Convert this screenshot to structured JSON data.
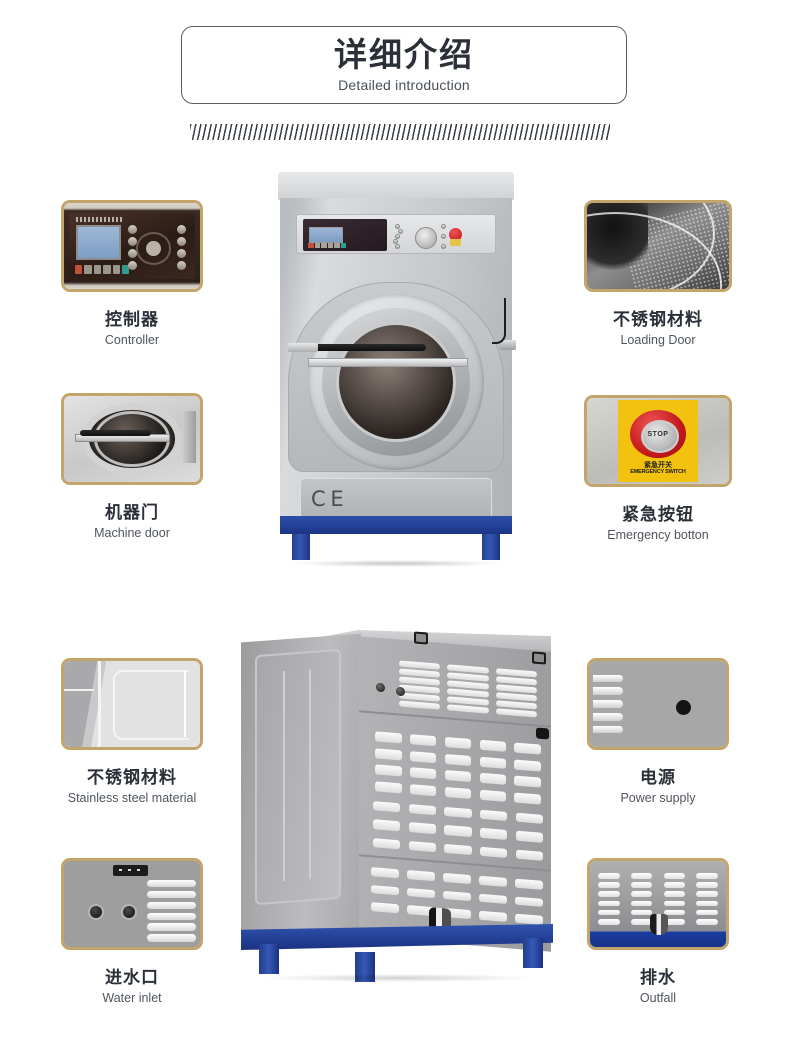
{
  "header": {
    "title": "详细介绍",
    "subtitle": "Detailed introduction",
    "divider_icon": "hatch-divider"
  },
  "colors": {
    "frame_gold": "#c3a46b",
    "text_dark": "#2b3038",
    "text_gray": "#4f555d",
    "machine_blue": "#1b3586",
    "stop_red": "#c2181b",
    "plate_yellow": "#f2c20e"
  },
  "features": [
    {
      "id": "controller",
      "cn": "控制器",
      "en": "Controller",
      "icon": "controller-panel-icon",
      "position": "left-1"
    },
    {
      "id": "machine-door",
      "cn": "机器门",
      "en": "Machine door",
      "icon": "machine-door-icon",
      "position": "left-2"
    },
    {
      "id": "stainless-steel-material",
      "cn": "不锈钢材料",
      "en": "Stainless steel  material",
      "icon": "stainless-panel-icon",
      "position": "left-3"
    },
    {
      "id": "water-inlet",
      "cn": "进水口",
      "en": "Water inlet",
      "icon": "water-inlet-icon",
      "position": "left-4"
    },
    {
      "id": "loading-door",
      "cn": "不锈钢材料",
      "en": "Loading Door",
      "icon": "loading-drum-icon",
      "position": "right-1"
    },
    {
      "id": "emergency-button",
      "cn": "紧急按钮",
      "en": "Emergency botton",
      "icon": "emergency-stop-icon",
      "position": "right-2"
    },
    {
      "id": "power-supply",
      "cn": "电源",
      "en": "Power supply",
      "icon": "power-supply-icon",
      "position": "right-3"
    },
    {
      "id": "outfall",
      "cn": "排水",
      "en": "Outfall",
      "icon": "outfall-icon",
      "position": "right-4"
    }
  ],
  "emergency_plate": {
    "button_text": "STOP",
    "label_cn": "紧急开关",
    "label_en": "EMERGENCY SWITCH"
  },
  "machines": [
    {
      "id": "front-washer",
      "name": "industrial-washing-machine-front",
      "marking": "C E"
    },
    {
      "id": "rear-view",
      "name": "industrial-washing-machine-rear"
    }
  ]
}
